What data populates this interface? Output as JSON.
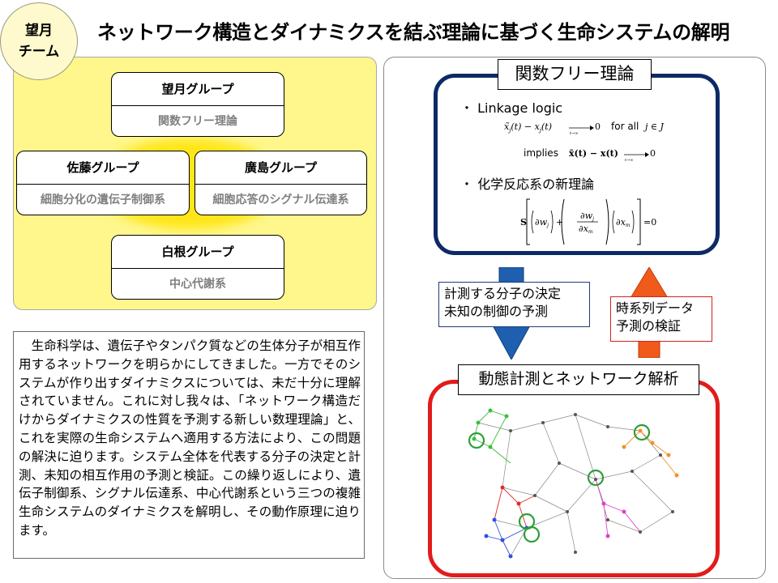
{
  "badge": {
    "line1": "望月",
    "line2": "チーム"
  },
  "title": "ネットワーク構造とダイナミクスを結ぶ理論に基づく生命システムの解明",
  "groups": {
    "mochizuki": {
      "name": "望月グループ",
      "topic": "関数フリー理論"
    },
    "sato": {
      "name": "佐藤グループ",
      "topic": "細胞分化の遺伝子制御系"
    },
    "hiroshima": {
      "name": "廣島グループ",
      "topic": "細胞応答のシグナル伝達系"
    },
    "shirane": {
      "name": "白根グループ",
      "topic": "中心代謝系"
    }
  },
  "description": "　生命科学は、遺伝子やタンパク質などの生体分子が相互作用するネットワークを明らかにしてきました。一方でそのシステムが作り出すダイナミクスについては、未だ十分に理解されていません。これに対し我々は、「ネットワーク構造だけからダイナミクスの性質を予測する新しい数理理論」と、これを実際の生命システムへ適用する方法により、この問題の解決に迫ります。システム全体を代表する分子の決定と計測、未知の相互作用の予測と検証。この繰り返しにより、遺伝子制御系、シグナル伝達系、中心代謝系という三つの複雑生命システムのダイナミクスを解明し、その動作原理に迫ります。",
  "theory": {
    "header": "関数フリー理論",
    "bullet1": "・ Linkage logic",
    "formula1_for_all": "for all",
    "formula2_implies": "implies",
    "bullet2": "・ 化学反応系の新理論"
  },
  "arrows": {
    "down_label_line1": "計測する分子の決定",
    "down_label_line2": "未知の制御の予測",
    "up_label_line1": "時系列データ",
    "up_label_line2": "予測の検証"
  },
  "analysis": {
    "header": "動態計測とネットワーク解析"
  },
  "colors": {
    "panel_yellow": "#fff78c",
    "theory_border": "#0e2a66",
    "analysis_border": "#e21b1b",
    "down_arrow": "#1f5fb0",
    "up_arrow": "#f05a1a"
  }
}
